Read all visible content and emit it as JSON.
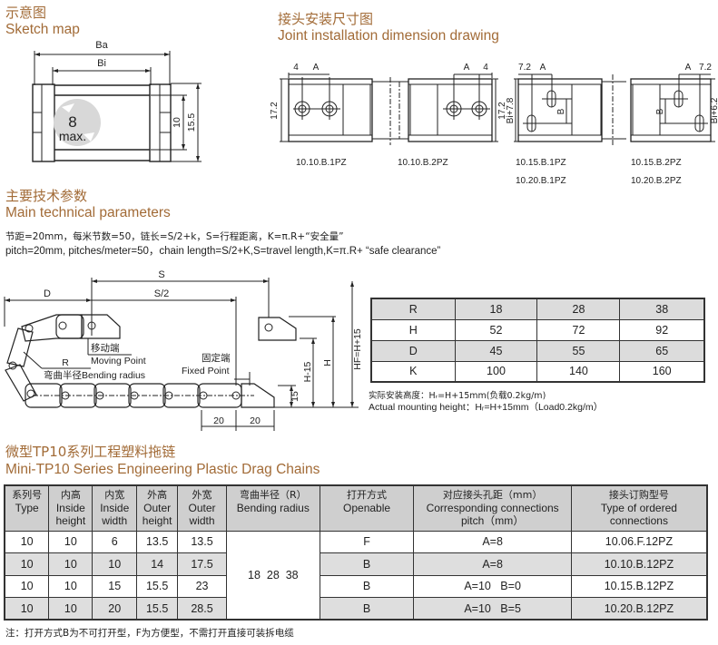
{
  "sketch": {
    "title_cn": "示意图",
    "title_en": "Sketch map",
    "dims": {
      "ba": "Ba",
      "bi": "Bi",
      "inner": "10",
      "outer": "15.5",
      "max_num": "8",
      "max_label": "max."
    }
  },
  "joint": {
    "title_cn": "接头安装尺寸图",
    "title_en": "Joint installation dimension drawing",
    "left_drawing": {
      "d1": "4",
      "a": "A",
      "height": "17.2",
      "label_1": "10.10.B.1PZ",
      "label_2": "10.10.B.2PZ"
    },
    "right_drawing": {
      "d1": "7.2",
      "a": "A",
      "b": "B",
      "h_left": "Bi+7.8",
      "h_right": "Bi+6.2",
      "label_1a": "10.15.B.1PZ",
      "label_1b": "10.20.B.1PZ",
      "label_2a": "10.15.B.2PZ",
      "label_2b": "10.20.B.2PZ"
    }
  },
  "params": {
    "title_cn": "主要技术参数",
    "title_en": "Main technical parameters",
    "line_cn": "节距=20mm，每米节数=50，链长=S/2+k，S=行程距离，K=π.R+“安全量”",
    "line_en": "pitch=20mm, pitches/meter=50，chain length=S/2+K,S=travel length,K=π.R+ “safe clearance”"
  },
  "chain_diagram": {
    "s": "S",
    "s2": "S/2",
    "d": "D",
    "r": "R",
    "moving_cn": "移动端",
    "moving_en": "Moving Point",
    "fixed_cn": "固定端",
    "fixed_en": "Fixed Point",
    "bend_label": "弯曲半径Bending radius",
    "h15": "15",
    "h_minus": "H-15",
    "h": "H",
    "hf": "HF=H+15",
    "pitch_a": "20",
    "pitch_b": "20"
  },
  "param_table": {
    "rows": [
      {
        "label": "R",
        "values": [
          "18",
          "28",
          "38"
        ]
      },
      {
        "label": "H",
        "values": [
          "52",
          "72",
          "92"
        ]
      },
      {
        "label": "D",
        "values": [
          "45",
          "55",
          "65"
        ]
      },
      {
        "label": "K",
        "values": [
          "100",
          "140",
          "160"
        ]
      }
    ],
    "mount_cn": "实际安装高度：Hᵣ=H+15mm(负载0.2kg/m)",
    "mount_en": "Actual mounting height：Hᵣ=H+15mm（Load0.2kg/m）"
  },
  "series": {
    "title_cn": "微型TP10系列工程塑料拖链",
    "title_en": "Mini-TP10 Series Engineering Plastic Drag Chains",
    "headers": [
      {
        "cn": "系列号",
        "en": "Type"
      },
      {
        "cn": "内高",
        "en": "Inside height"
      },
      {
        "cn": "内宽",
        "en": "Inside width"
      },
      {
        "cn": "外高",
        "en": "Outer height"
      },
      {
        "cn": "外宽",
        "en": "Outer width"
      },
      {
        "cn": "弯曲半径（R）",
        "en": "Bending radius"
      },
      {
        "cn": "打开方式",
        "en": "Openable"
      },
      {
        "cn": "对应接头孔距（mm）",
        "en": "Corresponding connections pitch（mm）"
      },
      {
        "cn": "接头订购型号",
        "en": "Type of ordered connections"
      }
    ],
    "bending_radius": "18  28  38",
    "rows": [
      {
        "type": "10",
        "ih": "10",
        "iw": "6",
        "oh": "13.5",
        "ow": "13.5",
        "open": "F",
        "pitch": "A=8",
        "conn": "10.06.F.12PZ"
      },
      {
        "type": "10",
        "ih": "10",
        "iw": "10",
        "oh": "14",
        "ow": "17.5",
        "open": "B",
        "pitch": "A=8",
        "conn": "10.10.B.12PZ"
      },
      {
        "type": "10",
        "ih": "10",
        "iw": "15",
        "oh": "15.5",
        "ow": "23",
        "open": "B",
        "pitch": "A=10   B=0",
        "conn": "10.15.B.12PZ"
      },
      {
        "type": "10",
        "ih": "10",
        "iw": "20",
        "oh": "15.5",
        "ow": "28.5",
        "open": "B",
        "pitch": "A=10   B=5",
        "conn": "10.20.B.12PZ"
      }
    ],
    "note": "注：打开方式B为不可打开型，F为方便型，不需打开直接可装拆电缆"
  },
  "colors": {
    "heading": "#a26b37",
    "header_bg": "#cfcfcf",
    "row_shade": "#dedede",
    "line": "#333333"
  }
}
